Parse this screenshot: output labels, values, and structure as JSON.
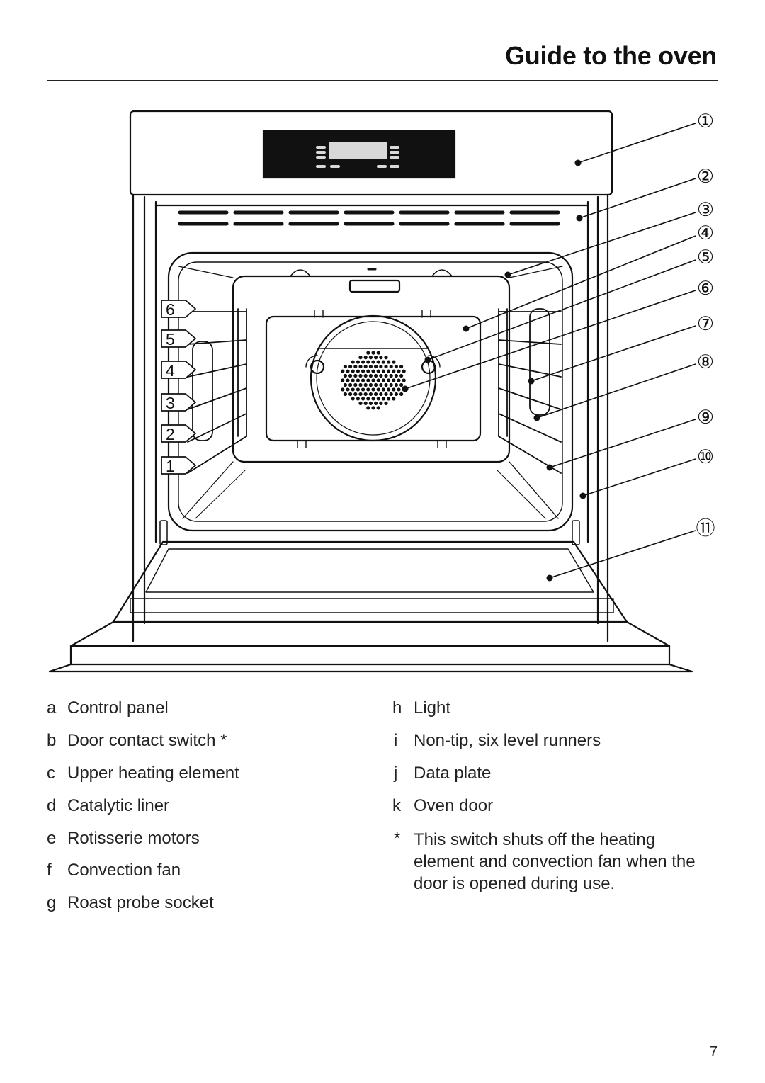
{
  "header": {
    "title": "Guide to the oven"
  },
  "diagram": {
    "callouts": [
      "①",
      "②",
      "③",
      "④",
      "⑤",
      "⑥",
      "⑦",
      "⑧",
      "⑨",
      "⑩",
      "⑪"
    ],
    "shelf_levels": [
      "6",
      "5",
      "4",
      "3",
      "2",
      "1"
    ]
  },
  "legend": {
    "left": [
      {
        "letter": "a",
        "text": "Control panel"
      },
      {
        "letter": "b",
        "text": "Door contact switch *"
      },
      {
        "letter": "c",
        "text": "Upper heating element"
      },
      {
        "letter": "d",
        "text": "Catalytic liner"
      },
      {
        "letter": "e",
        "text": "Rotisserie motors"
      },
      {
        "letter": "f",
        "text": "Convection fan"
      },
      {
        "letter": "g",
        "text": "Roast probe socket"
      }
    ],
    "right": [
      {
        "letter": "h",
        "text": "Light"
      },
      {
        "letter": "i",
        "text": "Non-tip, six level runners"
      },
      {
        "letter": "j",
        "text": "Data plate"
      },
      {
        "letter": "k",
        "text": "Oven door"
      }
    ],
    "note": {
      "symbol": "*",
      "text": "This switch shuts off the heating element and convection fan when the door is opened during use."
    }
  },
  "page_number": "7"
}
